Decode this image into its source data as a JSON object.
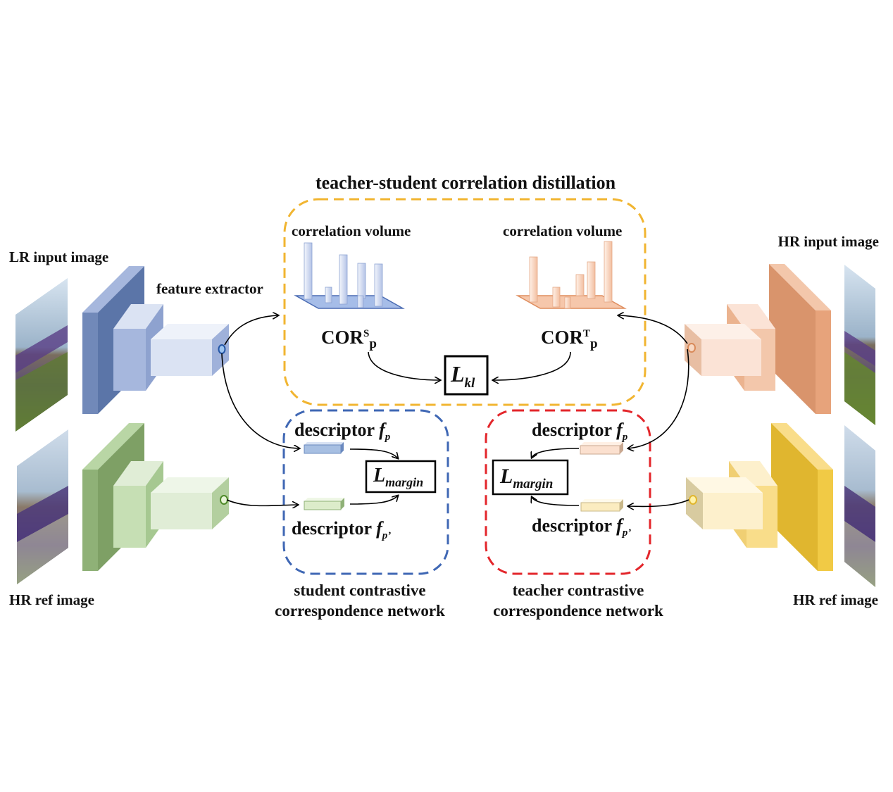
{
  "title": "teacher-student correlation distillation",
  "images": {
    "lr_input": "LR input image",
    "hr_ref_left": "HR ref image",
    "hr_input": "HR input image",
    "hr_ref_right": "HR ref image"
  },
  "feature_extractor": "feature extractor",
  "correlation": {
    "left_label": "correlation volume",
    "right_label": "correlation volume",
    "cor_base": "COR",
    "cor_student_sup": "S",
    "cor_teacher_sup": "T",
    "cor_sub": "p"
  },
  "losses": {
    "kl_main": "L",
    "kl_sub": "kl",
    "margin_main": "L",
    "margin_sub": "margin"
  },
  "descriptors": {
    "label": "descriptor",
    "f": "f",
    "p": "p",
    "p_prime": "p’"
  },
  "networks": {
    "student_line1": "student contrastive",
    "student_line2": "correspondence network",
    "teacher_line1": "teacher contrastive",
    "teacher_line2": "correspondence network"
  },
  "colors": {
    "blue_dark": "#7189b9",
    "blue_mid": "#a6b7dd",
    "blue_light": "#dbe3f3",
    "green_dark": "#8fb177",
    "green_mid": "#b9d6a5",
    "green_light": "#e0edd6",
    "orange_dark": "#e7a37b",
    "orange_mid": "#f3c7ab",
    "orange_light": "#fbe3d6",
    "yellow_dark": "#f1ca45",
    "yellow_mid": "#f9dd8a",
    "yellow_light": "#fdf0cc",
    "gold_border": "#f1b531",
    "blue_border": "#3f67b4",
    "red_border": "#e3262b"
  }
}
